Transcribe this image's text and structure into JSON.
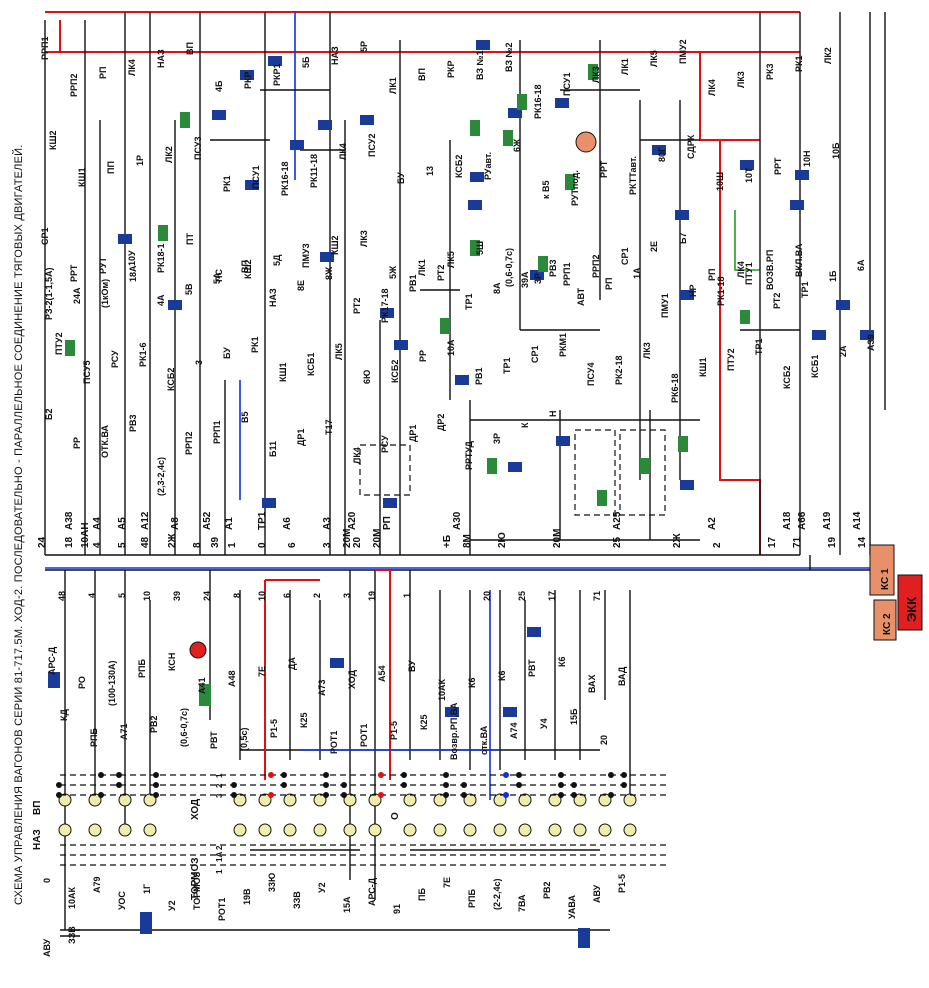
{
  "title": "СХЕМА УПРАВЛЕНИЯ ВАГОНОВ СЕРИИ 81-717.5М. ХОД-2. ПОСЛЕДОВАТЕЛЬНО - ПАРАЛЛЕЛЬНОЕ СОЕДИНЕНИЕ ТЯГОВЫХ ДВИГАТЕЛЕЙ.",
  "colors": {
    "red": "#e01010",
    "blue": "#1030e0",
    "green": "#20a020",
    "coil_blue": "#1a3a9a",
    "coil_green": "#2a8a3a",
    "ekk": "#e02020",
    "ks": "#e8906a"
  },
  "blocks": {
    "ekk": "ЭКК",
    "ks1": "КС 1",
    "ks2": "КС 2"
  },
  "top_labels": [
    "РРП1",
    "РРП2",
    "РП",
    "ЛК4",
    "НАЗ",
    "ВП",
    "4Б",
    "РКР",
    "РКР1",
    "5Б",
    "НАЗ",
    "5Р",
    "ЛК1",
    "ВП",
    "РКР",
    "ВЗ №1",
    "ВЗ №2",
    "РК16-18",
    "ПСУ1",
    "ЛК3",
    "ЛК1",
    "ЛК5",
    "ПМУ2",
    "ЛК4",
    "ЛК3",
    "РК3",
    "РК1",
    "ЛК2",
    "КШ2",
    "КШ1",
    "ПП",
    "1Р",
    "ЛК2",
    "ПСУ3",
    "РК1",
    "ПСУ1",
    "РК16-18",
    "РК11-18",
    "ЛК4",
    "ПСУ2",
    "БУ",
    "13",
    "КСБ2",
    "РУавт.",
    "6Ж",
    "к В5",
    "РУТпод.",
    "РРТ",
    "РКТТавт.",
    "80Г",
    "СДРК",
    "10Ш",
    "10Т",
    "РРТ",
    "10Н",
    "10Б",
    "СР1",
    "РРТ",
    "РУТ",
    "10У",
    "РК18-1",
    "ПТ",
    "ПС",
    "КШ2",
    "5Д",
    "ПМУ3",
    "КШ2",
    "ЛК3",
    "5Ж",
    "ЛК1",
    "ЛК5",
    "5Ш",
    "(0,6-0,7с)",
    "3Р",
    "РРП1",
    "РРП2",
    "СР1",
    "2Е",
    "Б7",
    "РП",
    "ЛК4",
    "ВОЗВ.РП",
    "ВКЛ.ВА"
  ],
  "mid_labels": [
    "РЗ-2(1-1,5А)",
    "24А",
    "(1кОм)",
    "18А",
    "4А",
    "5В",
    "5А",
    "ВП",
    "НАЗ",
    "8Е",
    "8Ж",
    "РТ2",
    "РК17-18",
    "РВ1",
    "РТ2",
    "ТР1",
    "8А",
    "39А",
    "РВ3",
    "АВТ",
    "РП",
    "1А",
    "ПМУ1",
    "НР",
    "РК1-18",
    "ПТУ1",
    "РТ2",
    "ТР1",
    "1Б",
    "6А",
    "ПТУ2",
    "ПСУ5",
    "РСУ",
    "РК1-6",
    "КСБ2",
    "3",
    "БУ",
    "РК1",
    "КШ1",
    "КСБ1",
    "ЛК5",
    "6Ю",
    "КСБ2",
    "РР",
    "10А",
    "РВ1",
    "ТР1",
    "СР1",
    "РКМ1",
    "ПСУ4",
    "РК2-18",
    "ЛК3",
    "РК6-18",
    "КШ1",
    "ПТУ2",
    "ТР1",
    "КСБ2",
    "КСБ1",
    "2А",
    "А39",
    "Б2",
    "РР",
    "ОТК.ВА",
    "РВ3",
    "(2,3-2,4с)",
    "РРП2",
    "РРП1",
    "В5",
    "Б11",
    "ДР1",
    "Т17",
    "ЛК4",
    "РСУ",
    "ДР1",
    "ДР2",
    "РРТУД",
    "3Р",
    "К",
    "Н"
  ],
  "terminal_top": [
    "24",
    "18",
    "10АН",
    "4",
    "5",
    "48",
    "2Ж",
    "8",
    "39",
    "1",
    "0",
    "6",
    "3",
    "20М",
    "20",
    "20М",
    "8М",
    "2Ю",
    "+Б",
    "20М",
    "25",
    "2Ж",
    "2",
    "17",
    "71",
    "19",
    "14"
  ],
  "breakers_top": [
    "А38",
    "А4",
    "А5",
    "А12",
    "А8",
    "А52",
    "А1",
    "ТР1",
    "А6",
    "А3",
    "А20",
    "РП",
    "А30",
    "А25",
    "А2",
    "А18",
    "А66",
    "А19",
    "А14"
  ],
  "bottom_labels": [
    "48",
    "4",
    "5",
    "10",
    "39",
    "24",
    "8",
    "10",
    "6",
    "2",
    "3",
    "19",
    "1",
    "20",
    "25",
    "17",
    "71",
    "АРС-Д",
    "РО",
    "(100-130А)",
    "РПБ",
    "КСН",
    "А41",
    "А48",
    "7Е",
    "ДА",
    "А73",
    "ХОД",
    "А54",
    "ВУ",
    "10АК",
    "К6",
    "К6",
    "РВТ",
    "К6",
    "ВАХ",
    "ВАД",
    "КД",
    "РПБ",
    "А71",
    "РВ2",
    "(0,6-0,7с)",
    "РВТ",
    "(0,5с)",
    "Р1-5",
    "К25",
    "РОТ1",
    "РОТ1",
    "Р1-5",
    "К25",
    "Возвр.РП,ВА",
    "отк.ВА",
    "А74",
    "У4",
    "15Б",
    "20"
  ],
  "controller": {
    "rows_top": [
      "ВП"
    ],
    "rows_bottom": [
      "НАЗ"
    ],
    "hod": [
      "1",
      "2",
      "3"
    ],
    "tormoz": [
      "2",
      "1А",
      "1"
    ],
    "tormoz_label": "ТОРМОЗ",
    "hod_label": "ХОД",
    "o_label": "О"
  },
  "bottom_row": [
    "0",
    "10АК",
    "А79",
    "УОС",
    "1Г",
    "У2",
    "ТОРМОЗ",
    "РОТ1",
    "19В",
    "33Ю",
    "ЗЗВ",
    "У2",
    "15А",
    "АРС-Д",
    "91",
    "ПБ",
    "7Е",
    "РПБ",
    "(2-2,4с)",
    "7ВА",
    "РВ2",
    "УАВА",
    "АВУ",
    "Р1-5",
    "АВУ",
    "ЗЗВ"
  ]
}
